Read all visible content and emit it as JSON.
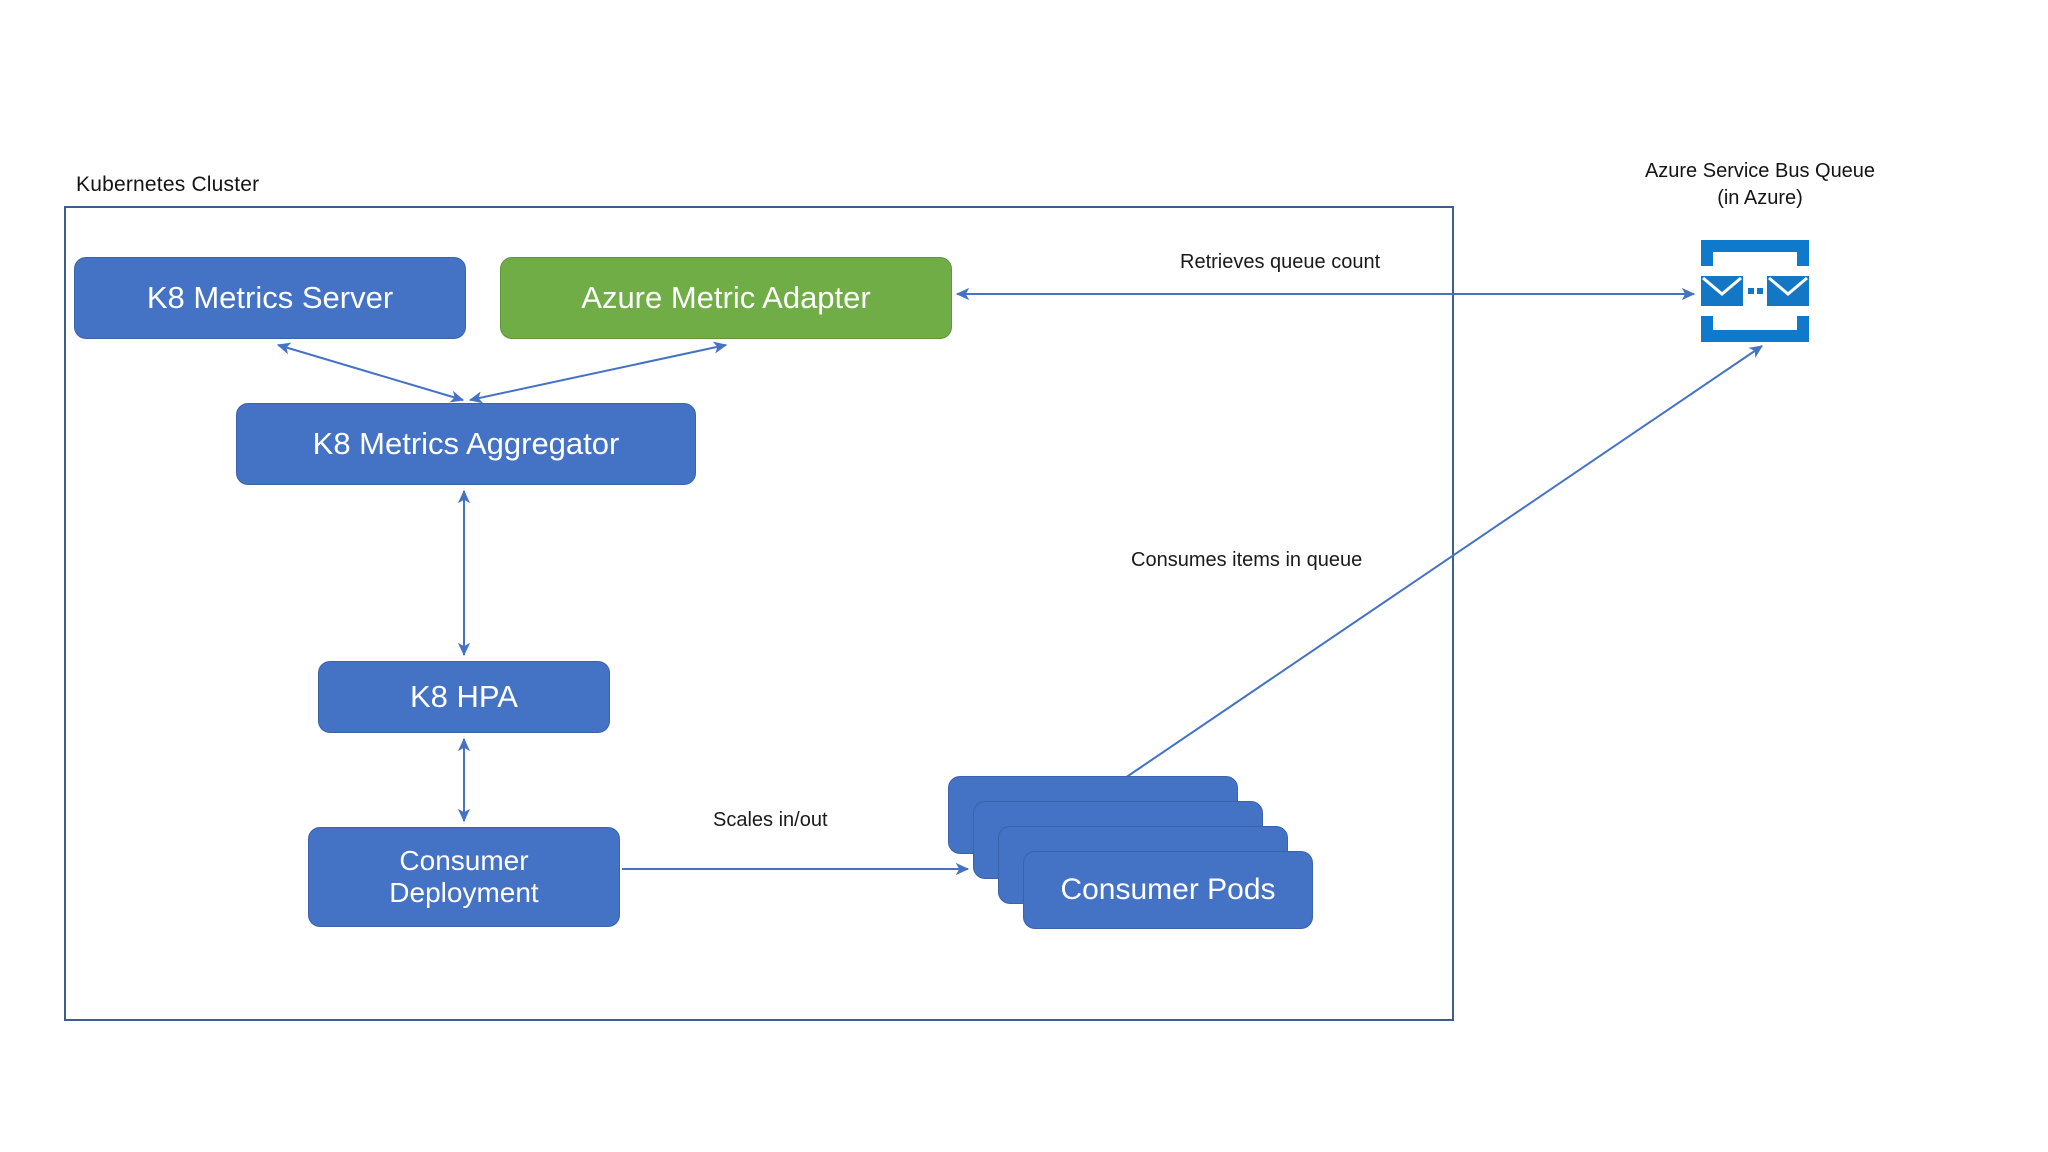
{
  "diagram": {
    "title_visible": false,
    "colors": {
      "node_blue": "#4472C4",
      "node_green": "#70AD47",
      "cluster_border": "#3B5E8C",
      "arrow_blue": "#4472C4",
      "azure_icon_blue": "#0F7ACB",
      "text_dark": "#141414",
      "node_text": "#FFFFFF",
      "background": "#FFFFFF"
    }
  },
  "cluster": {
    "title": "Kubernetes Cluster"
  },
  "nodes": {
    "metrics_server": {
      "label": "K8 Metrics Server",
      "color": "blue"
    },
    "metric_adapter": {
      "label": "Azure Metric Adapter",
      "color": "green"
    },
    "metrics_aggregator": {
      "label": "K8 Metrics Aggregator",
      "color": "blue"
    },
    "hpa": {
      "label": "K8 HPA",
      "color": "blue"
    },
    "consumer_deployment": {
      "label": "Consumer\nDeployment",
      "color": "blue"
    },
    "consumer_pods": {
      "label": "Consumer Pods",
      "color": "blue",
      "stack_count": 4
    }
  },
  "external": {
    "queue": {
      "title": "Azure Service Bus Queue\n(in Azure)",
      "icon": "azure-service-bus-queue-icon"
    }
  },
  "edges": [
    {
      "id": "adapter-to-queue",
      "label": "Retrieves queue count",
      "from": "metric_adapter",
      "to": "queue",
      "direction": "both"
    },
    {
      "id": "pods-to-queue",
      "label": "Consumes items in queue",
      "from": "consumer_pods",
      "to": "queue",
      "direction": "to"
    },
    {
      "id": "deployment-to-pods",
      "label": "Scales in/out",
      "from": "consumer_deployment",
      "to": "consumer_pods",
      "direction": "to"
    },
    {
      "id": "aggregator-to-server",
      "label": "",
      "from": "metrics_aggregator",
      "to": "metrics_server",
      "direction": "both"
    },
    {
      "id": "aggregator-to-adapter",
      "label": "",
      "from": "metrics_aggregator",
      "to": "metric_adapter",
      "direction": "both"
    },
    {
      "id": "hpa-to-aggregator",
      "label": "",
      "from": "hpa",
      "to": "metrics_aggregator",
      "direction": "both"
    },
    {
      "id": "deployment-to-hpa",
      "label": "",
      "from": "consumer_deployment",
      "to": "hpa",
      "direction": "both"
    }
  ],
  "labels": {
    "retrieves_queue_count": "Retrieves queue count",
    "consumes_items_in_queue": "Consumes items in queue",
    "scales_in_out": "Scales in/out"
  }
}
